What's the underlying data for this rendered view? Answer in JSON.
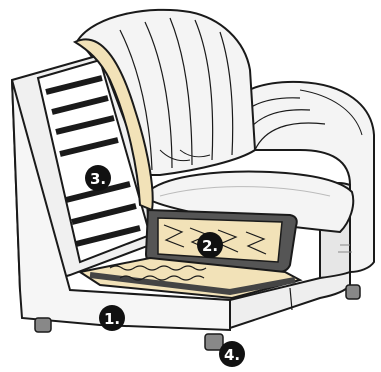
{
  "callouts": [
    {
      "id": "frame",
      "label": "1."
    },
    {
      "id": "seat-spring-unit",
      "label": "2."
    },
    {
      "id": "back-slats",
      "label": "3."
    },
    {
      "id": "foot",
      "label": "4."
    }
  ],
  "colors": {
    "outline": "#1a1a1a",
    "upholstery": "#f4f4f4",
    "shadow": "#d9d9d9",
    "padding": "#f2e2b8",
    "dark_frame": "#444444",
    "marker": "#111111"
  }
}
